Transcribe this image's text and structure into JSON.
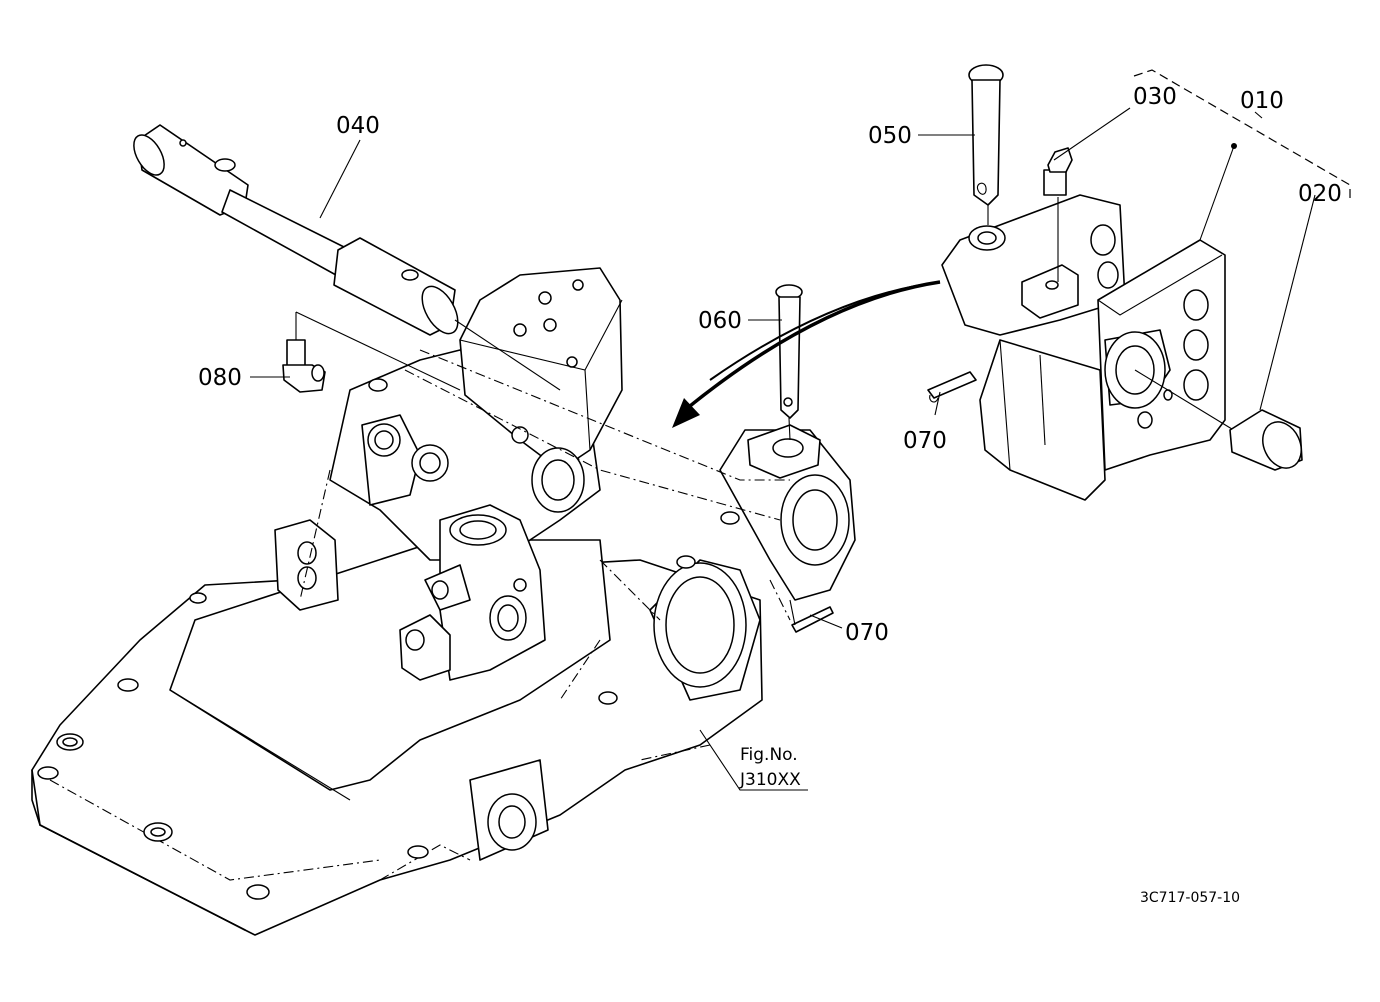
{
  "callouts": {
    "p010": "010",
    "p020": "020",
    "p030": "030",
    "p040": "040",
    "p050": "050",
    "p060": "060",
    "p070a": "070",
    "p070b": "070",
    "p080": "080"
  },
  "figure_ref": {
    "line1": "Fig.No.",
    "line2": "J310XX"
  },
  "drawing_code": "3C717-057-10"
}
